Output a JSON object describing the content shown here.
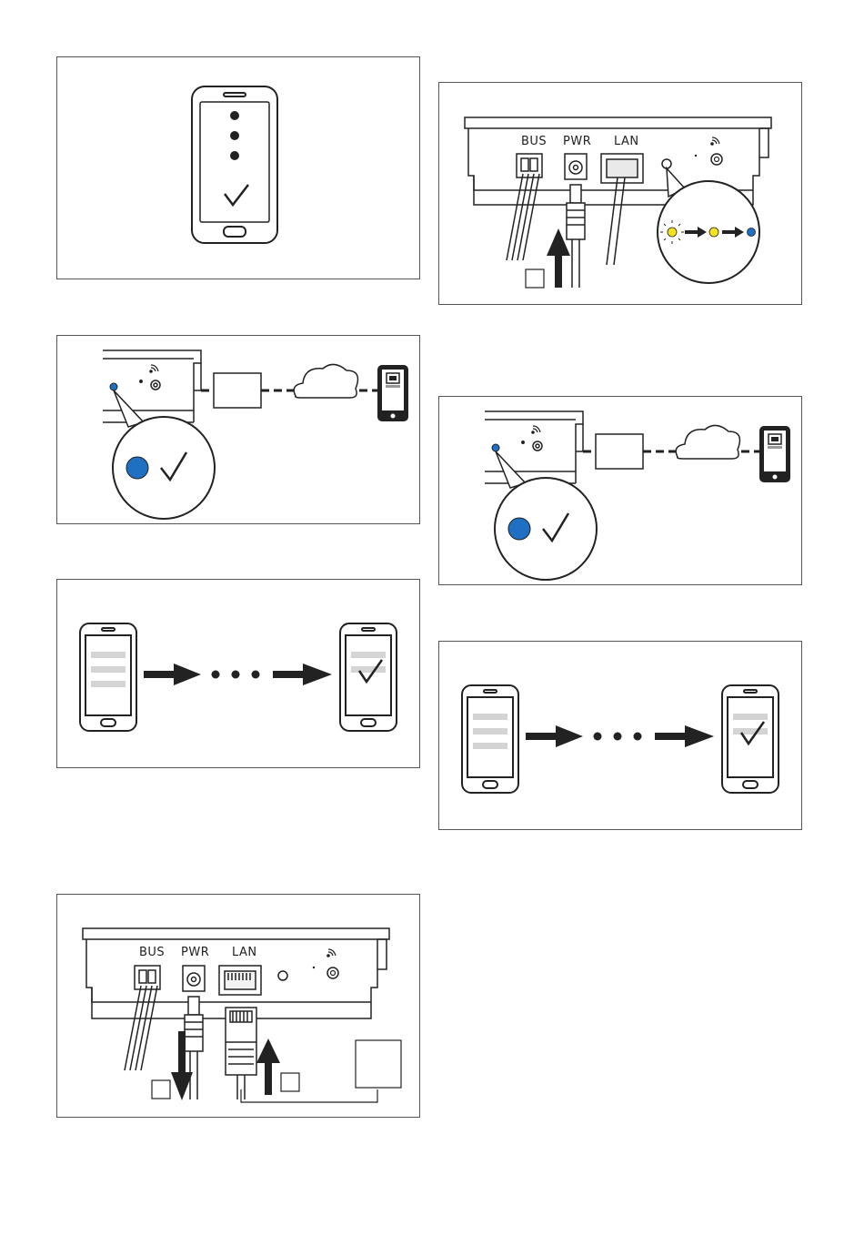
{
  "ports": {
    "bus": "BUS",
    "pwr": "PWR",
    "lan": "LAN"
  },
  "panels": {
    "p1": {
      "title": ""
    },
    "p2": {
      "title": ""
    },
    "p3": {
      "title": ""
    },
    "p4": {
      "title": ""
    },
    "p5": {
      "title": ""
    },
    "p6": {
      "title": ""
    },
    "p7": {
      "title": ""
    }
  },
  "colors": {
    "led_blue": "#1f6fc2",
    "led_yellow": "#f7e21b",
    "outline": "#222222",
    "placeholder_bar": "#d4d4d4"
  }
}
